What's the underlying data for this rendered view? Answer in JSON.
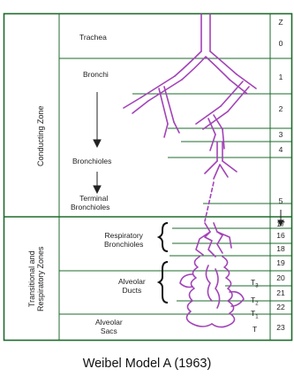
{
  "zones": {
    "conducting": "Conducting Zone",
    "transitional_line1": "Transitional and",
    "transitional_line2": "Respiratory Zones"
  },
  "labels": {
    "trachea": "Trachea",
    "bronchi": "Bronchi",
    "bronchioles": "Bronchioles",
    "terminal_line1": "Terminal",
    "terminal_line2": "Bronchioles",
    "respiratory_line1": "Respiratory",
    "respiratory_line2": "Bronchioles",
    "alveolar_ducts_line1": "Alveolar",
    "alveolar_ducts_line2": "Ducts",
    "alveolar_sacs_line1": "Alveolar",
    "alveolar_sacs_line2": "Sacs"
  },
  "t_labels": {
    "t3": "T",
    "t3_sub": "3",
    "t2": "T",
    "t2_sub": "2",
    "t1": "T",
    "t1_sub": "1",
    "t": "T"
  },
  "z_column": [
    "Z",
    "0",
    "1",
    "2",
    "3",
    "4",
    "5",
    "16",
    "17",
    "18",
    "19",
    "20",
    "21",
    "22",
    "23"
  ],
  "caption": "Weibel Model A (1963)",
  "colors": {
    "frame": "#1e6b2c",
    "airway": "#a343b8",
    "arrow": "#222222"
  }
}
